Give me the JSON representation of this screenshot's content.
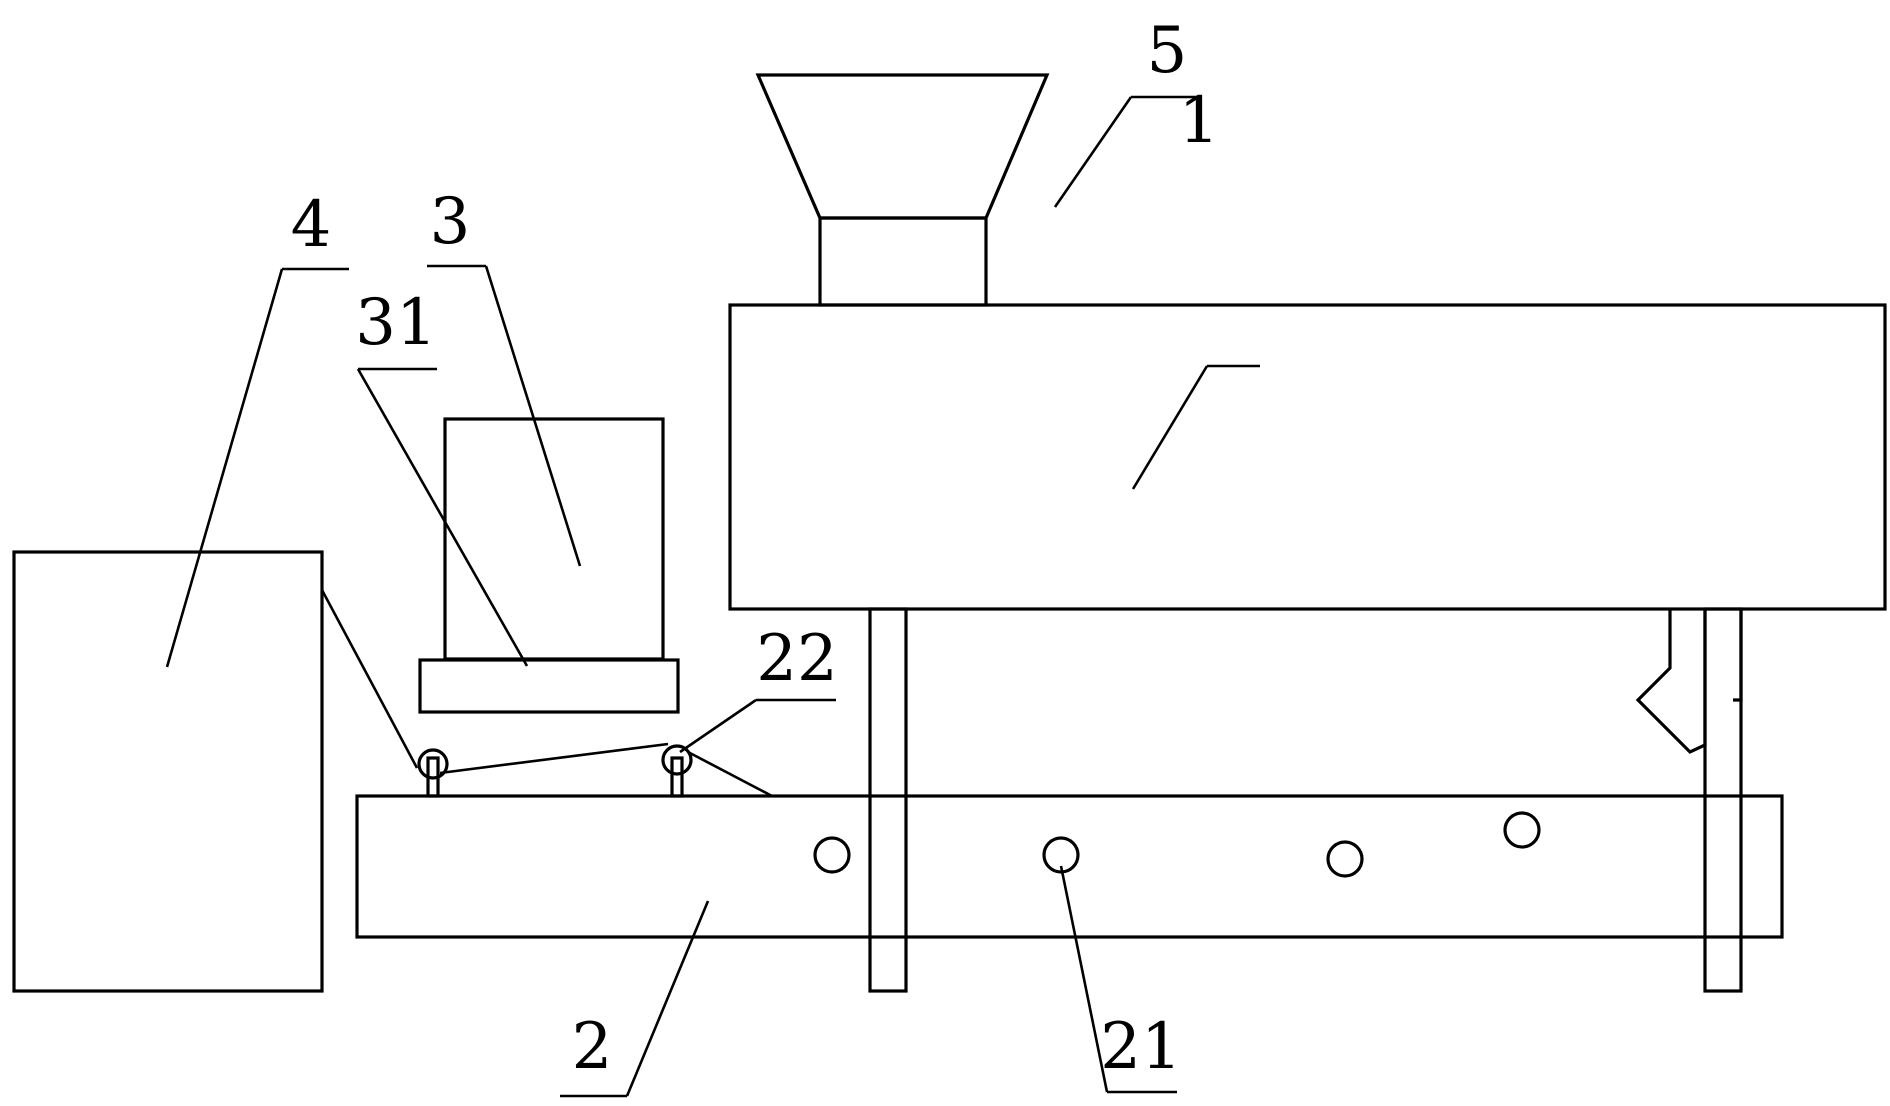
{
  "labels": {
    "l1": "1",
    "l2": "2",
    "l3": "3",
    "l4": "4",
    "l5": "5",
    "l21": "21",
    "l22": "22",
    "l31": "31"
  }
}
